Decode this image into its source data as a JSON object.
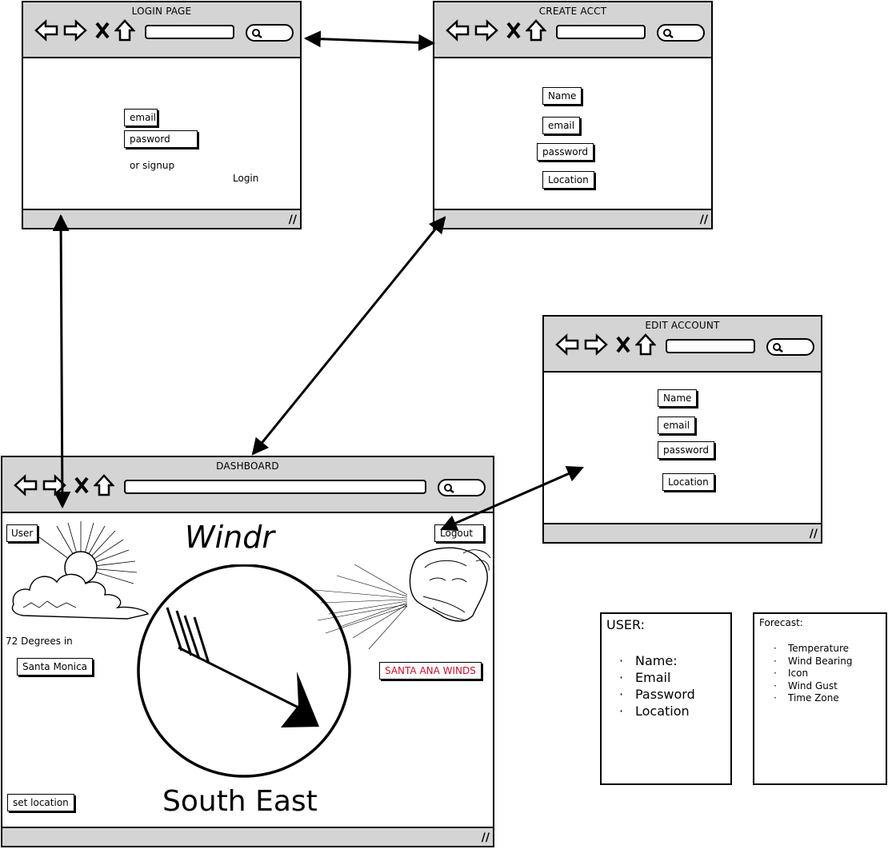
{
  "login": {
    "title": "LOGIN PAGE",
    "email": "email",
    "password": "pasword",
    "signup": "or signup",
    "login": "Login"
  },
  "create": {
    "title": "CREATE ACCT",
    "fields": [
      "Name",
      "email",
      "password",
      "Location"
    ]
  },
  "edit": {
    "title": "EDIT ACCOUNT",
    "fields": [
      "Name",
      "email",
      "password",
      "Location"
    ]
  },
  "dashboard": {
    "title": "DASHBOARD",
    "user_button": "User",
    "app_title": "Windr",
    "logout_button": "Logout",
    "temp_text": "72 Degrees in",
    "location": "Santa Monica",
    "wind_name": "SANTA ANA WINDS",
    "wind_name_color": "#c8102e",
    "set_location_button": "set location",
    "direction": "South East"
  },
  "user_card": {
    "heading": "USER:",
    "items": [
      "Name:",
      "Email",
      "Password",
      "Location"
    ]
  },
  "forecast_card": {
    "heading": "Forecast:",
    "items": [
      "Temperature",
      "Wind Bearing",
      "Icon",
      "Wind Gust",
      "Time Zone"
    ]
  },
  "icons": {
    "nav": [
      "back-arrow-icon",
      "forward-arrow-icon",
      "close-icon",
      "home-icon",
      "search-icon"
    ],
    "illustrations": [
      "sun-cloud-illustration",
      "wind-god-illustration",
      "compass-arrow-icon"
    ]
  }
}
